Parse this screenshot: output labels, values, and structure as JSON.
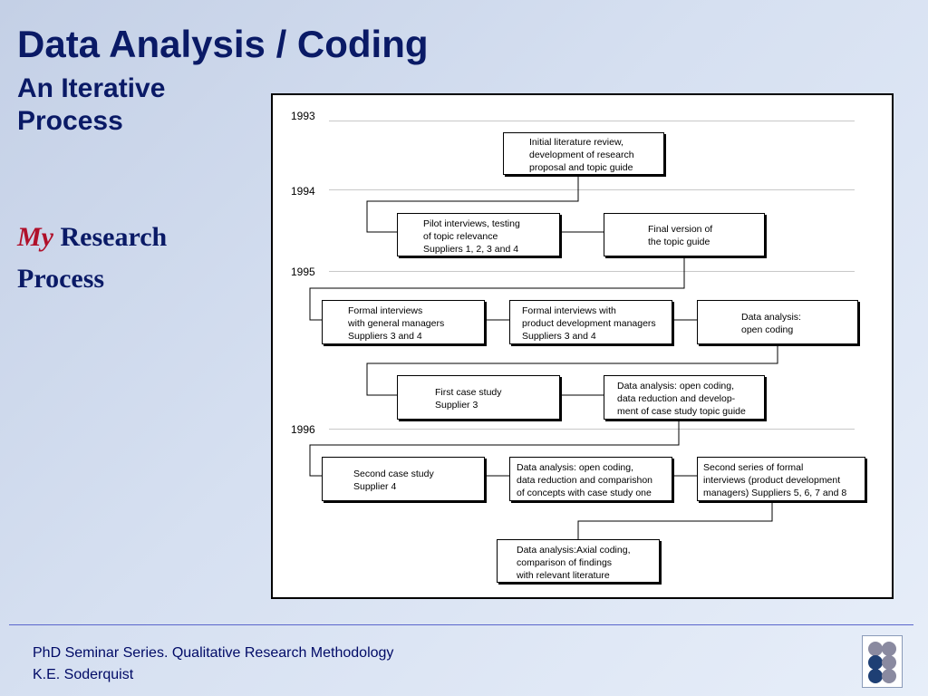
{
  "slide": {
    "title": "Data Analysis / Coding",
    "subtitle": "An Iterative Process",
    "section_emphasis": "My",
    "section_rest": " Research Process"
  },
  "diagram": {
    "years": [
      "1993",
      "1994",
      "1995",
      "1996"
    ],
    "nodes": [
      {
        "text": "Initial literature review,\ndevelopment of research\nproposal and topic guide"
      },
      {
        "text": "Pilot interviews, testing\nof topic relevance\nSuppliers 1, 2, 3 and 4"
      },
      {
        "text": "Final version of\nthe topic guide"
      },
      {
        "text": "Formal interviews\nwith general managers\nSuppliers 3 and 4"
      },
      {
        "text": "Formal interviews with\nproduct development managers\nSuppliers 3 and 4"
      },
      {
        "text": "Data analysis:\nopen coding"
      },
      {
        "text": "First case study\nSupplier 3"
      },
      {
        "text": "Data analysis: open coding,\ndata reduction and develop-\nment of case study topic guide"
      },
      {
        "text": "Second case study\nSupplier 4"
      },
      {
        "text": "Data analysis: open coding,\ndata reduction and comparishon\nof concepts with case study one"
      },
      {
        "text": "Second series of formal\ninterviews (product development\nmanagers) Suppliers 5, 6, 7 and 8"
      },
      {
        "text": "Data analysis:Axial coding,\ncomparison of findings\nwith relevant literature"
      }
    ]
  },
  "footer": {
    "text": "PhD Seminar Series. Qualitative Research Methodology\nK.E. Soderquist"
  },
  "colors": {
    "title": "#0a1a66",
    "emphasis": "#b0102a",
    "logo_dark": "#1e3f74",
    "logo_grey": "#8a8aa0"
  },
  "icons": {
    "logo": "four-by-three-dot-grid-logo"
  }
}
